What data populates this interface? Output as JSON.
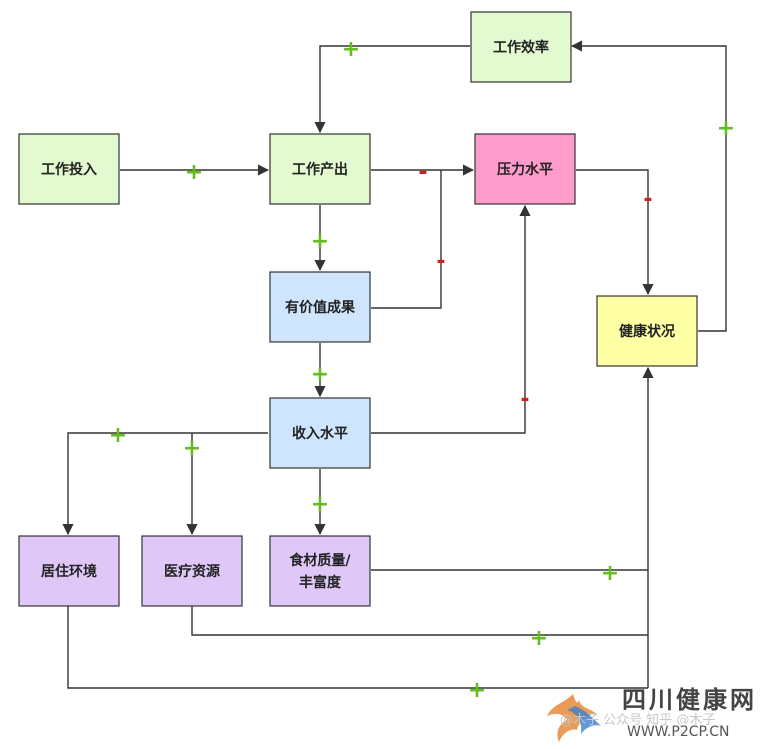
{
  "nodes": {
    "work_efficiency": "工作效率",
    "work_input": "工作投入",
    "work_output": "工作产出",
    "stress_level": "压力水平",
    "valuable_results": "有价值成果",
    "health_status": "健康状况",
    "income_level": "收入水平",
    "living_environment": "居住环境",
    "medical_resources": "医疗资源",
    "food_quality_line1": "食材质量/",
    "food_quality_line2": "丰富度"
  },
  "node_colors": {
    "green": "#e3f9cf",
    "pink": "#ff9ccc",
    "blue": "#cfe5fd",
    "yellow": "#ffffa3",
    "purple": "#dfc8f8"
  },
  "signs": {
    "plus": "+",
    "minus": "-",
    "plus_color": "#66bb22",
    "minus_color": "#cc2222"
  },
  "watermark": {
    "title": "四川健康网",
    "url": "WWW.P2CP.CN",
    "faint": "@木子  公众号  知乎 @木子"
  }
}
